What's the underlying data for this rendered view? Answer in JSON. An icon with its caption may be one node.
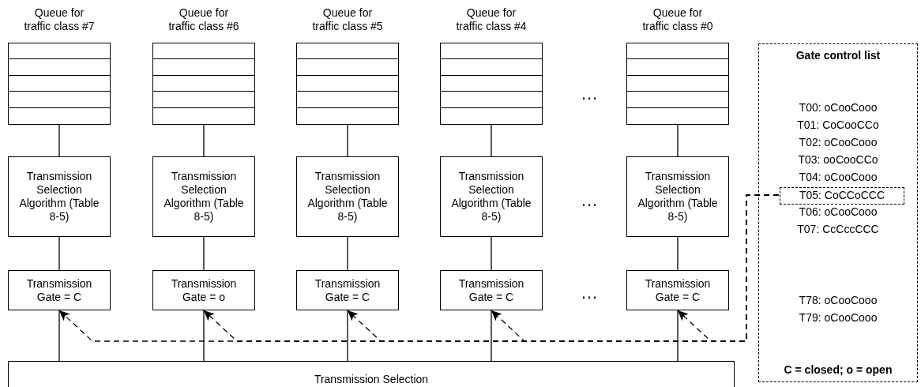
{
  "diagram": {
    "nodes": [
      {
        "text": [
          "Queue for traffic class #7"
        ]
      },
      {
        "text": [
          "Queue for traffic class #6"
        ]
      },
      {
        "text": [
          "Queue for traffic class #5"
        ]
      },
      {
        "text": [
          "Queue for traffic class #4"
        ]
      },
      {
        "text": [
          "Queue for traffic class #0"
        ]
      },
      {
        "text": [
          "Transmission Selection Algorithm (Table 8-5)"
        ]
      },
      {
        "text": [
          "Transmission Selection Algorithm (Table 8-5)"
        ]
      },
      {
        "text": [
          "Transmission Selection Algorithm (Table 8-5)"
        ]
      },
      {
        "text": [
          "Transmission Selection Algorithm (Table 8-5)"
        ]
      },
      {
        "text": [
          "Transmission Selection Algorithm (Table 8-5)"
        ]
      },
      {
        "text": [
          "Transmission Gate = C"
        ]
      },
      {
        "text": [
          "Transmission Gate = o"
        ]
      },
      {
        "text": [
          "Transmission Gate = C"
        ]
      },
      {
        "text": [
          "Transmission Gate = C"
        ]
      },
      {
        "text": [
          "Transmission Gate = C"
        ]
      },
      {
        "text": [
          "Gate control list",
          "T00: oCooCooo",
          "T01: CoCooCCo",
          "T02: oCooCooo",
          "T03: ooCooCCo",
          "T04: oCooCooo",
          "T06: oCooCooo",
          "T07: CcCccCCC",
          "T78: oCooCooo",
          "T79: oCooCooo",
          "C = closed; o = open"
        ]
      },
      {
        "text": [
          "T05: CoCCoCCC"
        ],
        "in": 15
      },
      {
        "text": [
          "Transmission Selection"
        ]
      }
    ],
    "edges": [
      {
        "from": 0,
        "to": 5,
        "arrow": "none"
      },
      {
        "from": 1,
        "to": 6,
        "arrow": "none"
      },
      {
        "from": 2,
        "to": 7,
        "arrow": "none"
      },
      {
        "from": 3,
        "to": 8,
        "arrow": "none"
      },
      {
        "from": 4,
        "to": 9,
        "arrow": "none"
      },
      {
        "from": 5,
        "to": 10,
        "arrow": "none"
      },
      {
        "from": 6,
        "to": 11,
        "arrow": "none"
      },
      {
        "from": 7,
        "to": 12,
        "arrow": "none"
      },
      {
        "from": 8,
        "to": 13,
        "arrow": "none"
      },
      {
        "from": 9,
        "to": 14,
        "arrow": "none"
      },
      {
        "from": 10,
        "to": 17,
        "arrow": "none"
      },
      {
        "from": 11,
        "to": 17,
        "arrow": "none"
      },
      {
        "from": 12,
        "to": 17,
        "arrow": "none"
      },
      {
        "from": 13,
        "to": 17,
        "arrow": "none"
      },
      {
        "from": 14,
        "to": 17,
        "arrow": "none"
      },
      {
        "from": 16,
        "to": 10,
        "arrow": "to",
        "style": "dashed"
      },
      {
        "from": 16,
        "to": 11,
        "arrow": "to",
        "style": "dashed"
      },
      {
        "from": 16,
        "to": 12,
        "arrow": "to",
        "style": "dashed"
      },
      {
        "from": 16,
        "to": 13,
        "arrow": "to",
        "style": "dashed"
      },
      {
        "from": 16,
        "to": 14,
        "arrow": "to",
        "style": "dashed"
      }
    ],
    "labels": [
      "…",
      "…",
      "…"
    ]
  }
}
